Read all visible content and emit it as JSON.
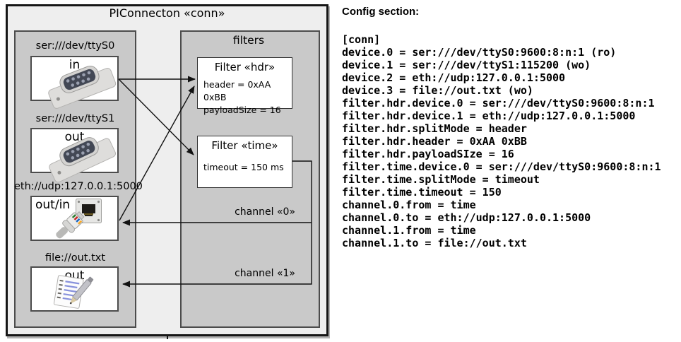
{
  "colors": {
    "outer_background": "#eeeeee",
    "group_background": "#c9c9c9",
    "box_border": "#4c4c4c",
    "outer_border": "#161616",
    "arrow": "#111111",
    "text": "#000000"
  },
  "diagram": {
    "title": "PIConnecton «conn»",
    "devices": [
      {
        "label": "ser:///dev/ttyS0",
        "caption": "in",
        "icon": "serial-connector"
      },
      {
        "label": "ser:///dev/ttyS1",
        "caption": "out",
        "icon": "serial-connector"
      },
      {
        "label": "eth://udp:127.0.0.1:5000",
        "caption": "out/in",
        "icon": "ethernet-socket-and-plug"
      },
      {
        "label": "file://out.txt",
        "caption": "out",
        "icon": "notepad-and-pen"
      }
    ],
    "filters_title": "filters",
    "filters": [
      {
        "title": "Filter «hdr»",
        "properties": [
          "header = 0xAA 0xBB",
          "payloadSize = 16"
        ]
      },
      {
        "title": "Filter «time»",
        "properties": [
          "timeout = 150 ms"
        ]
      }
    ],
    "channel_labels": [
      "channel «0»",
      "channel «1»"
    ]
  },
  "config": {
    "heading": "Config section:",
    "lines": [
      "[conn]",
      "device.0 = ser:///dev/ttyS0:9600:8:n:1 (ro)",
      "device.1 = ser:///dev/ttyS1:115200 (wo)",
      "device.2 = eth://udp:127.0.0.1:5000",
      "device.3 = file://out.txt (wo)",
      "filter.hdr.device.0 = ser:///dev/ttyS0:9600:8:n:1",
      "filter.hdr.device.1 = eth://udp:127.0.0.1:5000",
      "filter.hdr.splitMode = header",
      "filter.hdr.header = 0xAA 0xBB",
      "filter.hdr.payloadSIze = 16",
      "filter.time.device.0 = ser:///dev/ttyS0:9600:8:n:1",
      "filter.time.splitMode = timeout",
      "filter.time.timeout = 150",
      "channel.0.from = time",
      "channel.0.to = eth://udp:127.0.0.1:5000",
      "channel.1.from = time",
      "channel.1.to = file://out.txt"
    ]
  }
}
